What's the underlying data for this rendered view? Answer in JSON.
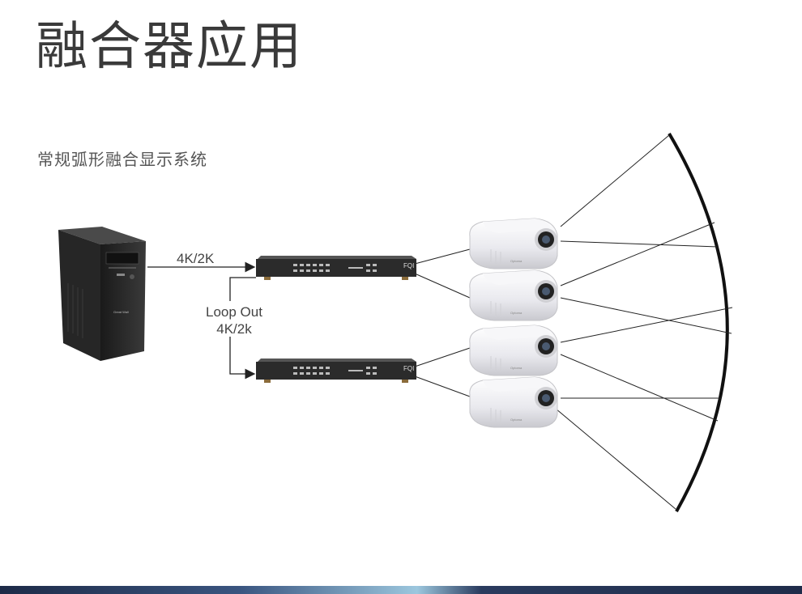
{
  "header": {
    "title": "融合器应用",
    "subtitle": "常规弧形融合显示系统"
  },
  "diagram": {
    "pc": {
      "label": "Great Wall"
    },
    "signal_label": "4K/2K",
    "loop_label_line1": "Loop Out",
    "loop_label_line2": "4K/2k",
    "processors": [
      {
        "brand": "FQI"
      },
      {
        "brand": "FQI"
      }
    ],
    "projectors": [
      {
        "brand": "Optoma"
      },
      {
        "brand": "Optoma"
      },
      {
        "brand": "Optoma"
      },
      {
        "brand": "Optoma"
      }
    ]
  },
  "colors": {
    "title": "#3a3a3a",
    "line": "#222222",
    "screen": "#111111",
    "device": "#2b2b2b"
  }
}
